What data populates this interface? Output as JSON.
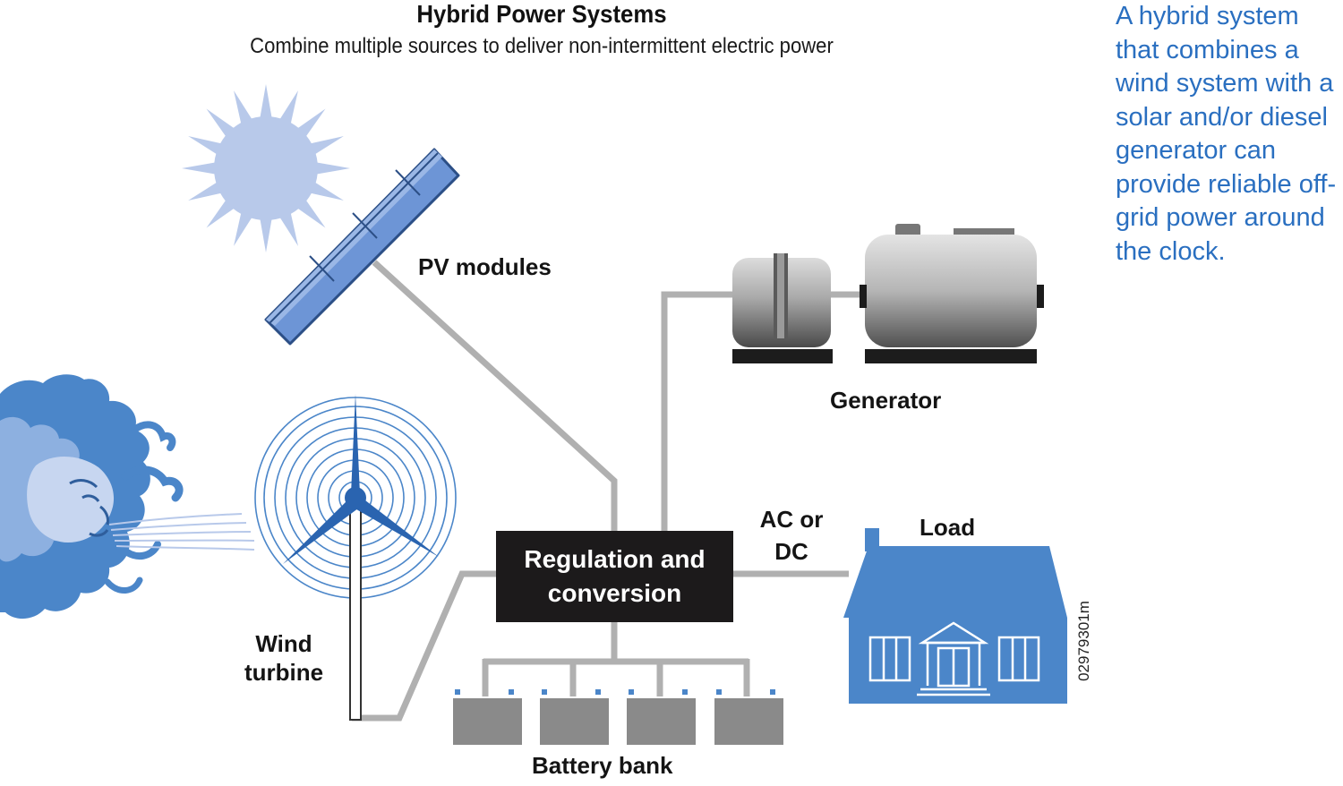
{
  "header": {
    "title": "Hybrid Power Systems",
    "subtitle": "Combine multiple sources to deliver non-intermittent electric power"
  },
  "callout": {
    "text": "A hybrid system that combines a wind system with a solar and/or diesel generator can provide reliable off-grid power around the clock."
  },
  "labels": {
    "pv_modules": "PV modules",
    "generator": "Generator",
    "load": "Load",
    "ac_or_dc": "AC or DC",
    "wind_turbine": "Wind turbine",
    "battery_bank": "Battery bank",
    "regulation": "Regulation and conversion"
  },
  "figure_code": "02979301m",
  "colors": {
    "accent_blue": "#4b86c9",
    "callout_blue": "#2a6fc0",
    "sky_blue": "#b8c9ea",
    "wire_gray": "#b0b0b0",
    "box_black": "#1c1a1b",
    "battery_gray": "#8a8a8a"
  },
  "icons": [
    "sun-icon",
    "solar-panel-icon",
    "wind-face-icon",
    "wind-turbine-icon",
    "generator-icon",
    "house-icon",
    "battery-icon"
  ]
}
